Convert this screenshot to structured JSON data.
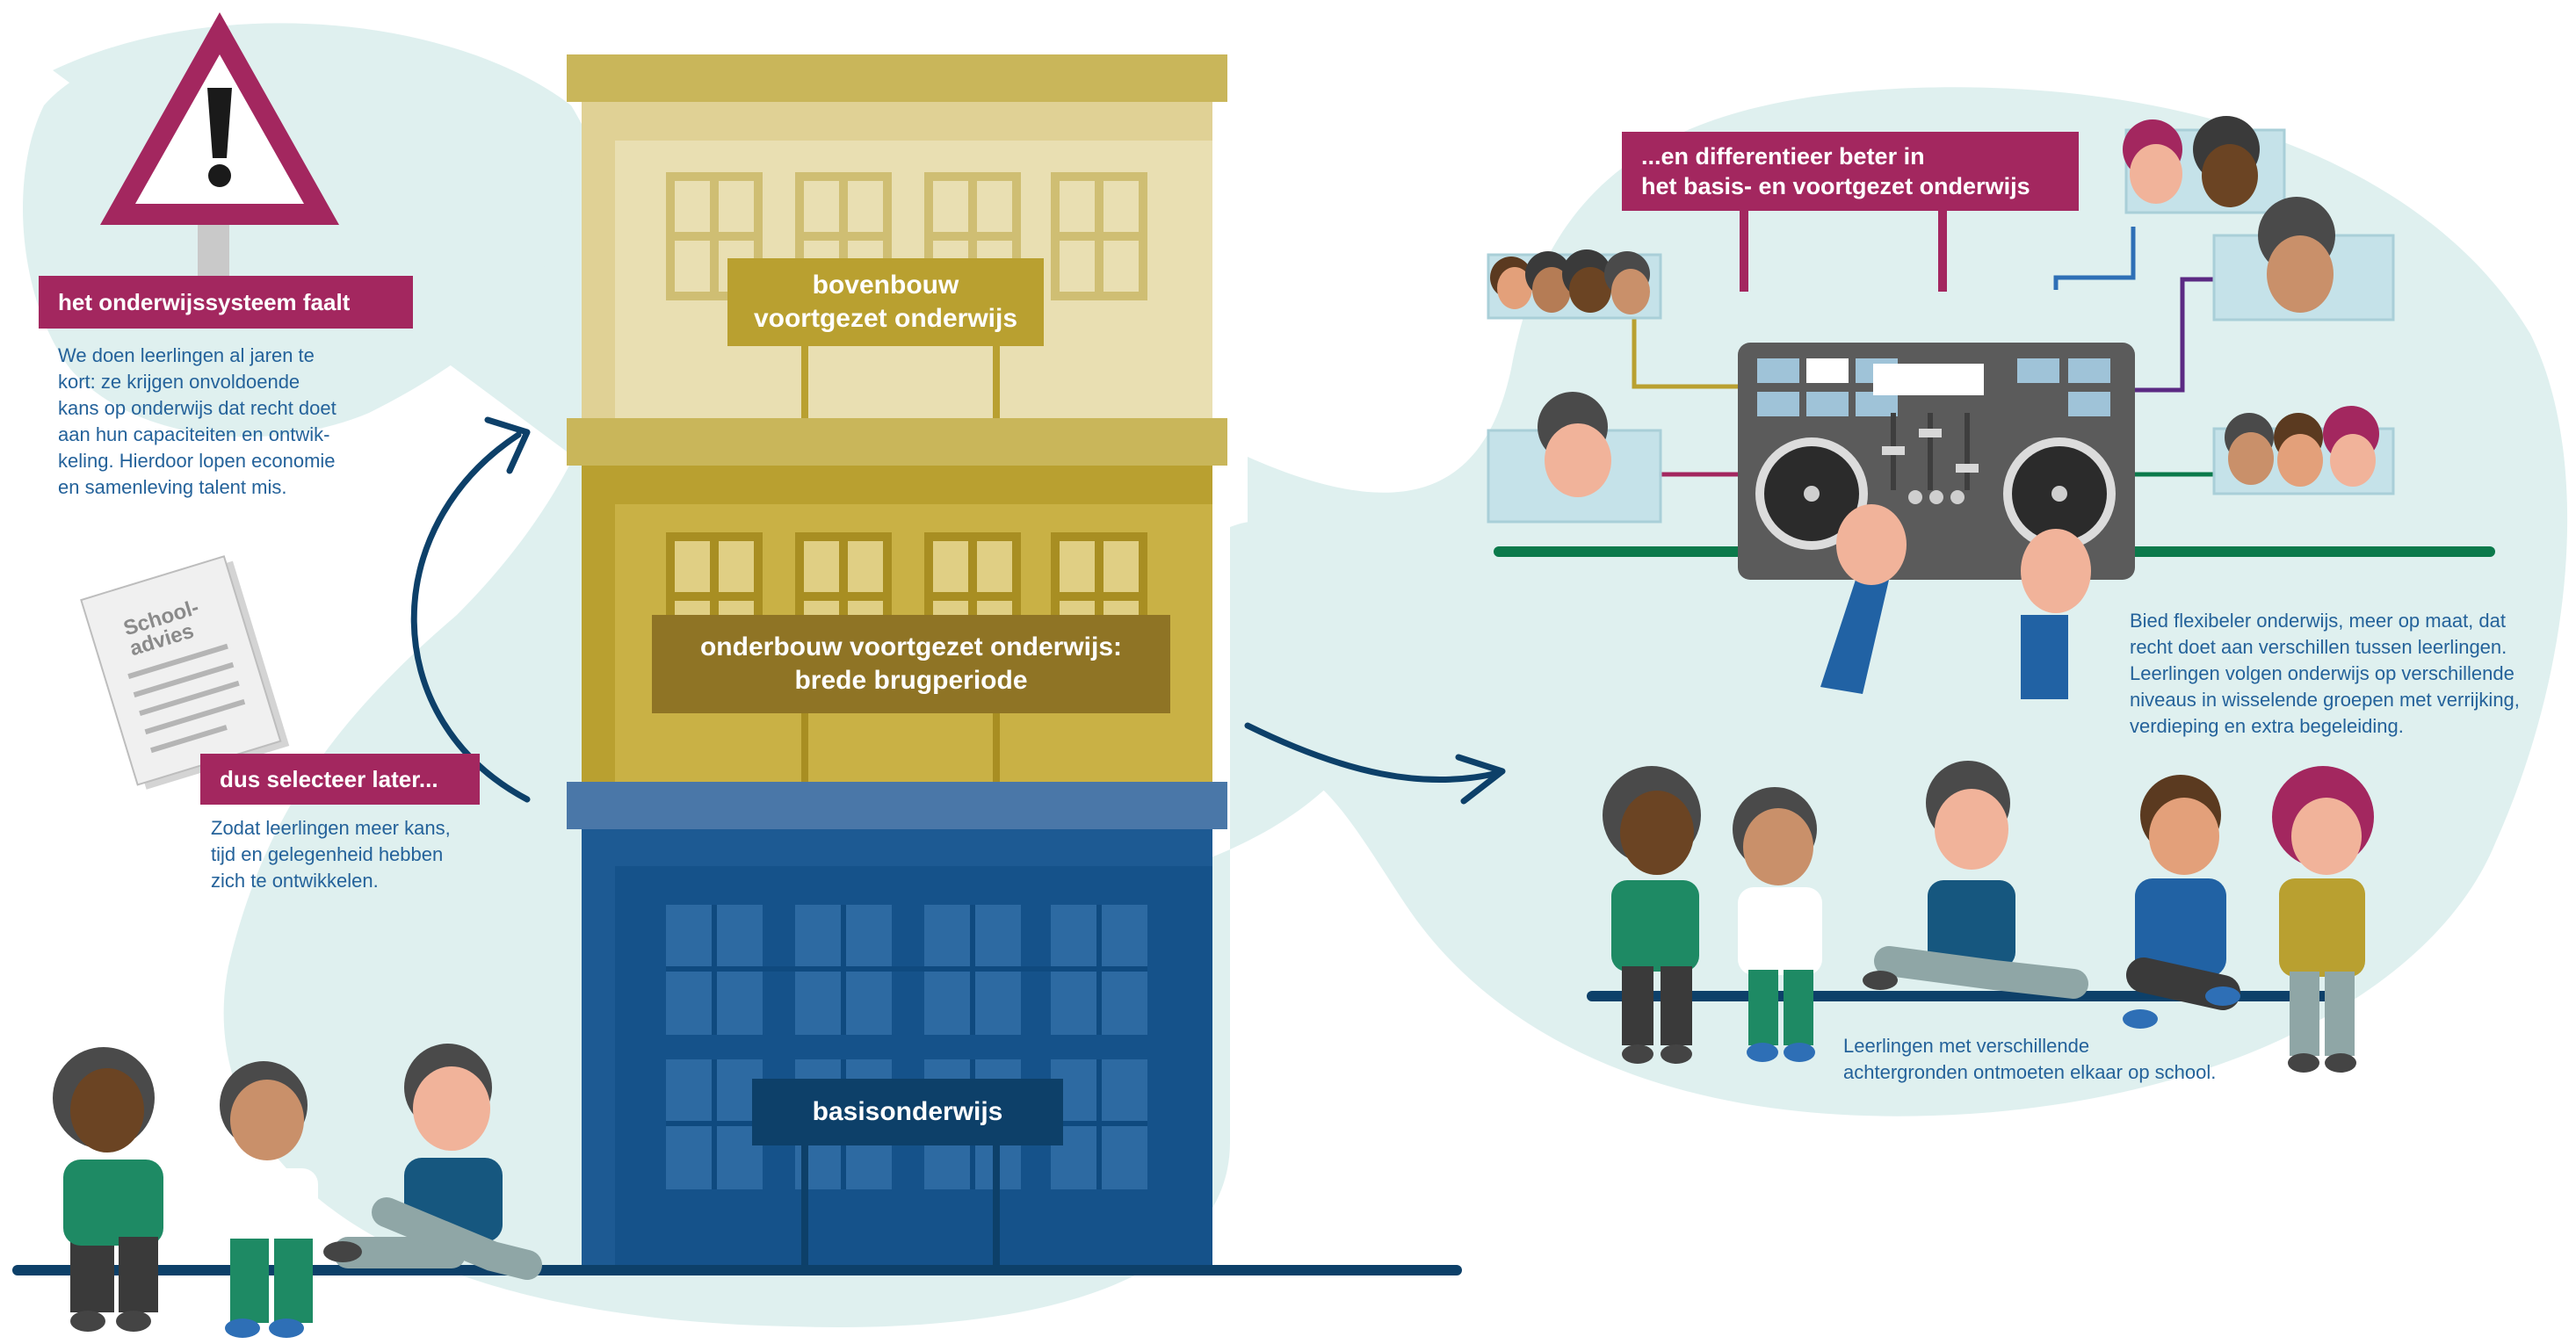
{
  "warning": {
    "title": "het onderwijssysteem faalt",
    "text": "We doen leerlingen al jaren te\nkort: ze krijgen onvoldoende\nkans op onderwijs dat recht doet\naan hun capaciteiten en ontwik-\nkeling. Hierdoor lopen economie\nen samenleving talent mis."
  },
  "school_advice": {
    "doc_label": "School-\nadvies",
    "title": "dus selecteer later...",
    "text": "Zodat leerlingen meer kans,\ntijd en gelegenheid hebben\nzich te ontwikkelen."
  },
  "building": {
    "top_floor": "bovenbouw\nvoortgezet onderwijs",
    "middle_floor": "onderbouw voortgezet onderwijs:\nbrede brugperiode",
    "ground_floor": "basisonderwijs"
  },
  "differentiate": {
    "title": "...en differentieer beter in\nhet basis- en voortgezet onderwijs",
    "text": "Bied flexibeler onderwijs, meer op maat, dat\nrecht doet aan verschillen tussen leerlingen.\nLeerlingen volgen onderwijs op verschillende\nniveaus in wisselende groepen met verrijking,\nverdieping en extra begeleiding."
  },
  "students": {
    "text": "Leerlingen met verschillende\nachtergronden ontmoeten elkaar op school."
  },
  "colors": {
    "pink": "#a3275f",
    "gold_light": "#c9b65a",
    "gold": "#b9a030",
    "blue": "#1d5a93",
    "navy": "#0d4069",
    "mint": "#dff0ef",
    "green": "#0b7a4b"
  }
}
